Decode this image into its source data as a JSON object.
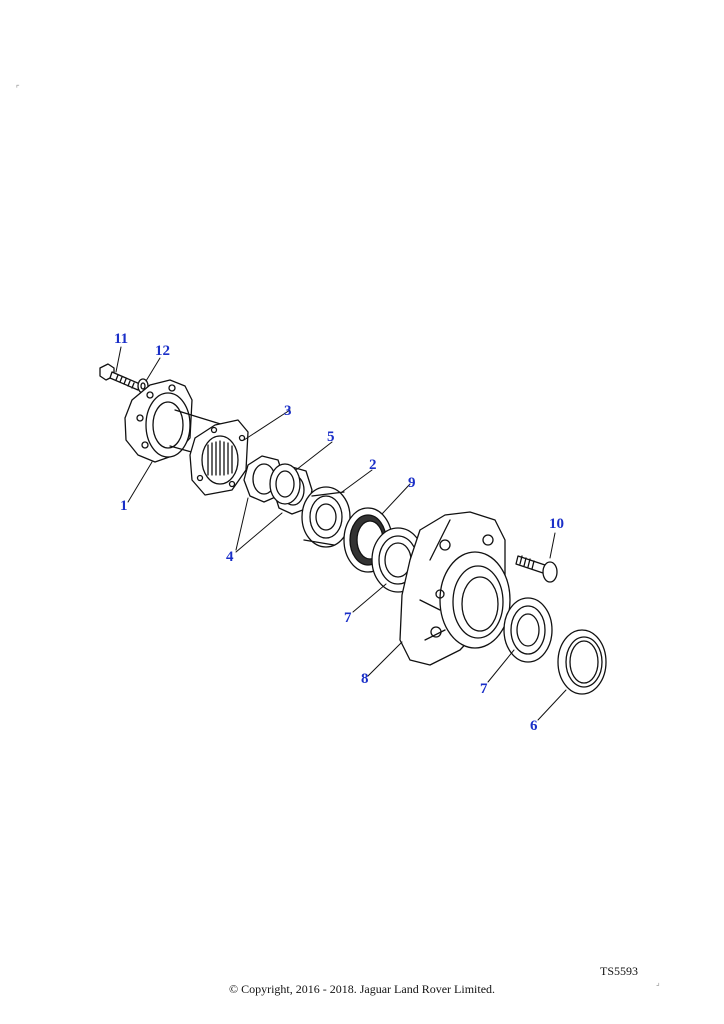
{
  "callouts": {
    "c1": "1",
    "c2": "2",
    "c3": "3",
    "c4": "4",
    "c5": "5",
    "c6": "6",
    "c7a": "7",
    "c7b": "7",
    "c8": "8",
    "c9": "9",
    "c10": "10",
    "c11": "11",
    "c12": "12"
  },
  "reference": "TS5593",
  "copyright": "© Copyright, 2016 - 2018. Jaguar Land Rover Limited.",
  "colors": {
    "callout": "#1a2fc8",
    "line": "#111111",
    "background": "#ffffff"
  }
}
